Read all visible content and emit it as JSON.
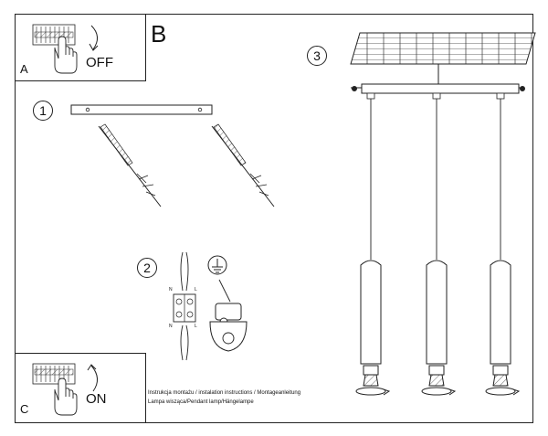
{
  "panels": {
    "a": {
      "letter": "A",
      "action": "OFF"
    },
    "b": {
      "letter": "B"
    },
    "c": {
      "letter": "C",
      "action": "ON"
    }
  },
  "steps": {
    "one": "1",
    "two": "2",
    "three": "3"
  },
  "connector": {
    "top_labels": [
      "N",
      "L"
    ],
    "bottom_labels": [
      "N",
      "L"
    ]
  },
  "caption": {
    "line1": "Instrukcja montażu / instalation instructions / Montageanleitung",
    "line2": "Lampa wisząca/Pendant lamp/Hängelampe"
  }
}
